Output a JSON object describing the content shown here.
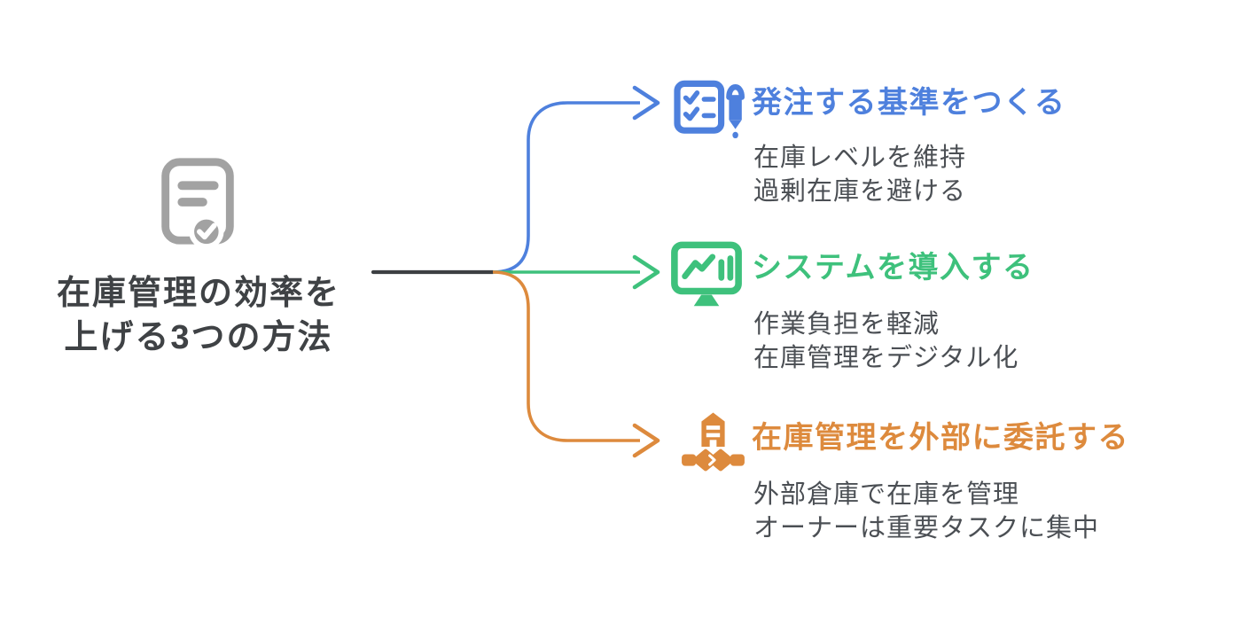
{
  "palette": {
    "background": "#ffffff",
    "trunk": "#3d4043",
    "title_text": "#3f4245",
    "body_text": "#4b4f54",
    "gray_icon": "#a2a2a2"
  },
  "root": {
    "icon": "note-check-icon",
    "title_lines": [
      "在庫管理の効率を",
      "上げる3つの方法"
    ]
  },
  "branches": [
    {
      "color": "#4e80dd",
      "icon": "checklist-pen-icon",
      "title": "発注する基準をつくる",
      "lines": [
        "在庫レベルを維持",
        "過剰在庫を避ける"
      ]
    },
    {
      "color": "#3ec17c",
      "icon": "monitor-chart-icon",
      "title": "システムを導入する",
      "lines": [
        "作業負担を軽減",
        "在庫管理をデジタル化"
      ]
    },
    {
      "color": "#dd8a3d",
      "icon": "building-handshake-icon",
      "title": "在庫管理を外部に委託する",
      "lines": [
        "外部倉庫で在庫を管理",
        "オーナーは重要タスクに集中"
      ]
    }
  ]
}
